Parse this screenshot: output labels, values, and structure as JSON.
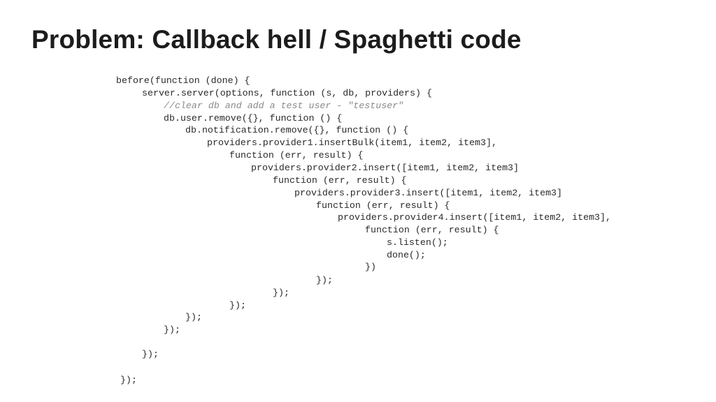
{
  "slide": {
    "title": "Problem: Callback hell / Spaghetti code"
  },
  "code": {
    "lines": [
      {
        "text": "before(function (done) {",
        "comment": false
      },
      {
        "text": "server.server(options, function (s, db, providers) {",
        "comment": false
      },
      {
        "text": "//clear db and add a test user - \"testuser\"",
        "comment": true
      },
      {
        "text": "db.user.remove({}, function () {",
        "comment": false
      },
      {
        "text": "db.notification.remove({}, function () {",
        "comment": false
      },
      {
        "text": "providers.provider1.insertBulk(item1, item2, item3],",
        "comment": false
      },
      {
        "text": "function (err, result) {",
        "comment": false
      },
      {
        "text": "providers.provider2.insert([item1, item2, item3]",
        "comment": false
      },
      {
        "text": "function (err, result) {",
        "comment": false
      },
      {
        "text": "providers.provider3.insert([item1, item2, item3]",
        "comment": false
      },
      {
        "text": "function (err, result) {",
        "comment": false
      },
      {
        "text": "providers.provider4.insert([item1, item2, item3],",
        "comment": false
      },
      {
        "text": "function (err, result) {",
        "comment": false
      },
      {
        "text": "s.listen();",
        "comment": false
      },
      {
        "text": "done();",
        "comment": false
      },
      {
        "text": "})",
        "comment": false
      },
      {
        "text": "});",
        "comment": false
      },
      {
        "text": "});",
        "comment": false
      },
      {
        "text": "});",
        "comment": false
      },
      {
        "text": "});",
        "comment": false
      },
      {
        "text": "});",
        "comment": false
      },
      {
        "text": "});",
        "comment": false
      },
      {
        "text": "});",
        "comment": false
      }
    ]
  }
}
